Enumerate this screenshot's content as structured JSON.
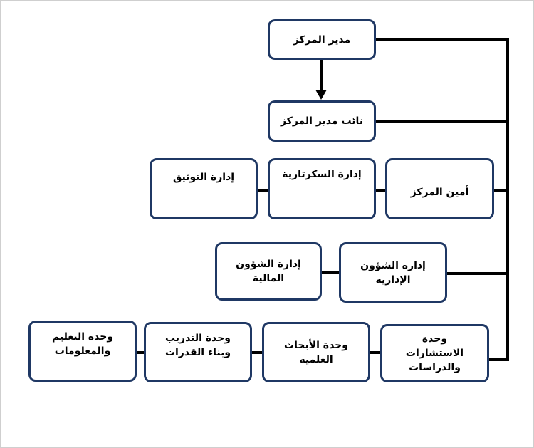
{
  "org_chart": {
    "director": "مدير المركز",
    "deputy_director": "نائب مدير المركز",
    "row1": {
      "secretary_general": "أمين المركز",
      "secretariat": "إدارة السكرتارية",
      "documentation": "إدارة التوثيق"
    },
    "row2": {
      "administrative_affairs": "إدارة الشؤون الإدارية",
      "financial_affairs": "إدارة الشؤون المالية"
    },
    "row3": {
      "consultations": "وحدة الاستشارات والدراسات",
      "scientific_research": "وحدة الأبحاث العلمية",
      "training": "وحدة التدريب وبناء القدرات",
      "education_info": "وحدة التعليم والمعلومات"
    }
  },
  "colors": {
    "box_border": "#1f3864",
    "connector": "#000000"
  }
}
